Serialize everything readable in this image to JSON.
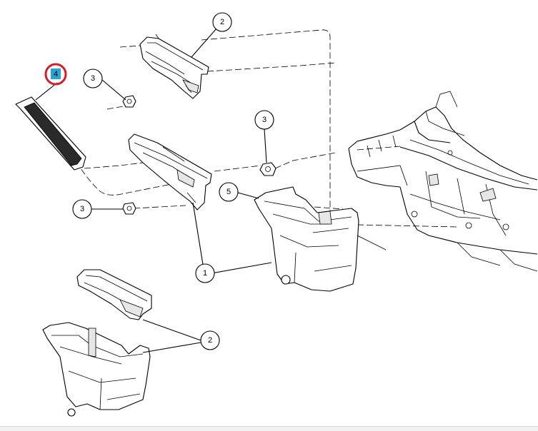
{
  "callouts": {
    "part_1": "1",
    "part_2_top": "2",
    "part_2_bottom": "2",
    "part_3_upper": "3",
    "part_3_mid": "3",
    "part_3_lower": "3",
    "part_4": "4",
    "part_5": "5"
  },
  "colors": {
    "highlight_ring": "#d21f2b",
    "highlight_fill": "#29a3d6",
    "line": "#000000"
  }
}
